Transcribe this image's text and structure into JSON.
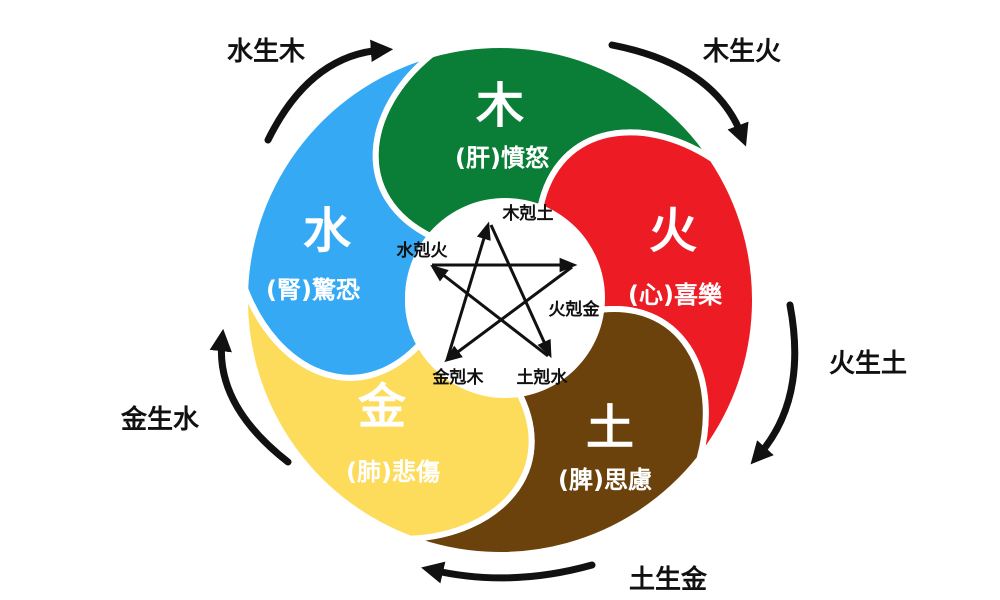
{
  "elements": {
    "wood": {
      "char": "木",
      "organ": "(肝)憤怒",
      "color": "#0a7d36"
    },
    "fire": {
      "char": "火",
      "organ": "(心)喜樂",
      "color": "#ed1c24"
    },
    "earth": {
      "char": "土",
      "organ": "(脾)思慮",
      "color": "#6b420c"
    },
    "metal": {
      "char": "金",
      "organ": "(肺)悲傷",
      "color": "#fddc5c"
    },
    "water": {
      "char": "水",
      "organ": "(腎)驚恐",
      "color": "#36a9f5"
    }
  },
  "generating": {
    "water_wood": "水生木",
    "wood_fire": "木生火",
    "fire_earth": "火生土",
    "earth_metal": "土生金",
    "metal_water": "金生水"
  },
  "controlling": {
    "wood_earth": "木剋土",
    "fire_metal": "火剋金",
    "earth_water": "土剋水",
    "metal_wood": "金剋木",
    "water_fire": "水剋火"
  }
}
